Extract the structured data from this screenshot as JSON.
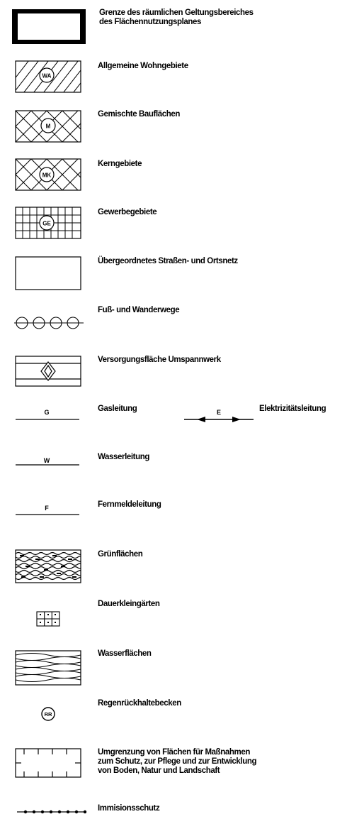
{
  "legend": {
    "items": [
      {
        "id": "boundary",
        "icon": "thick-border-rectangle-icon",
        "lines": [
          "Grenze des räumlichen Geltungsbereiches",
          "des Flächennutzungsplanes"
        ]
      },
      {
        "id": "wa",
        "icon": "hatched-area-icon",
        "code": "WA",
        "lines": [
          "Allgemeine Wohngebiete"
        ]
      },
      {
        "id": "m",
        "icon": "crosshatched-area-icon",
        "code": "M",
        "lines": [
          "Gemischte Bauflächen"
        ]
      },
      {
        "id": "mk",
        "icon": "crosshatched-area-icon",
        "code": "MK",
        "lines": [
          "Kerngebiete"
        ]
      },
      {
        "id": "ge",
        "icon": "grid-area-icon",
        "code": "GE",
        "lines": [
          "Gewerbegebiete"
        ]
      },
      {
        "id": "street",
        "icon": "plain-rectangle-icon",
        "lines": [
          "Übergeordnetes Straßen- und Ortsnetz"
        ]
      },
      {
        "id": "path",
        "icon": "circle-chain-line-icon",
        "lines": [
          "Fuß- und Wanderwege"
        ]
      },
      {
        "id": "substation",
        "icon": "diamond-in-box-icon",
        "lines": [
          "Versorgungsfläche Umspannwerk"
        ]
      },
      {
        "id": "gas",
        "icon": "labelled-line-icon",
        "code": "G",
        "lines": [
          "Gasleitung"
        ]
      },
      {
        "id": "electric",
        "icon": "arrow-line-icon",
        "code": "E",
        "lines": [
          "Elektrizitätsleitung"
        ]
      },
      {
        "id": "water",
        "icon": "labelled-line-icon",
        "code": "W",
        "lines": [
          "Wasserleitung"
        ]
      },
      {
        "id": "telecom",
        "icon": "labelled-line-icon",
        "code": "F",
        "lines": [
          "Fernmeldeleitung"
        ]
      },
      {
        "id": "green",
        "icon": "dense-pattern-icon",
        "lines": [
          "Grünflächen"
        ]
      },
      {
        "id": "allotment",
        "icon": "small-grid-icon",
        "lines": [
          "Dauerkleingärten"
        ]
      },
      {
        "id": "waterarea",
        "icon": "wavy-lines-icon",
        "lines": [
          "Wasserflächen"
        ]
      },
      {
        "id": "retention",
        "icon": "circle-badge-icon",
        "code": "RR",
        "lines": [
          "Regenrückhaltebecken"
        ]
      },
      {
        "id": "measures",
        "icon": "tick-border-rectangle-icon",
        "lines": [
          "Umgrenzung von Flächen für Maßnahmen",
          "zum Schutz, zur Pflege und zur Entwicklung",
          "von Boden, Natur und Landschaft"
        ]
      },
      {
        "id": "emission",
        "icon": "dotted-line-icon",
        "lines": [
          "Immisionsschutz"
        ]
      }
    ]
  }
}
